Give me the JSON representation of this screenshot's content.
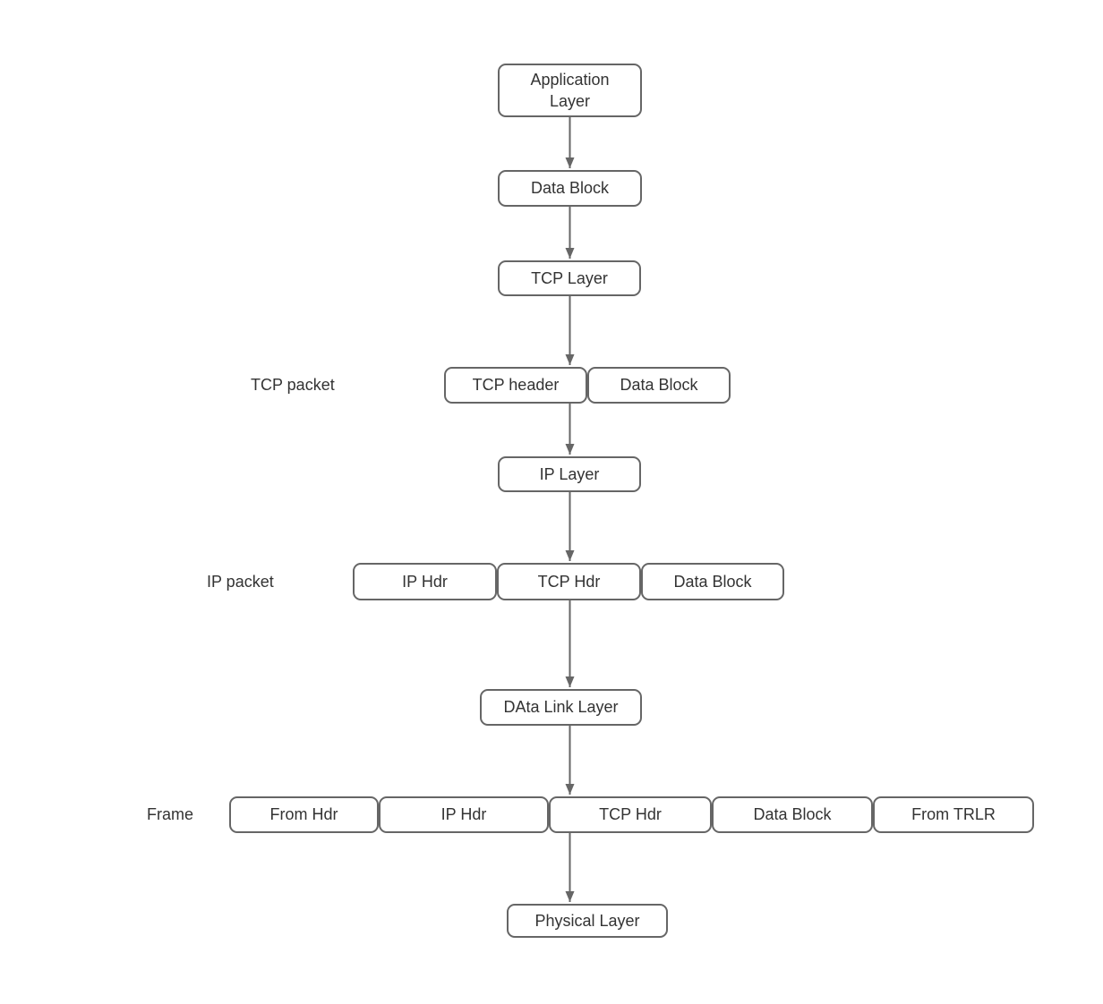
{
  "colors": {
    "box_border": "#666666",
    "box_fill": "#ffffff",
    "text": "#333333",
    "arrow": "#666666",
    "background": "#ffffff"
  },
  "nodes": {
    "application_layer": "Application\nLayer",
    "data_block": "Data Block",
    "tcp_layer": "TCP Layer",
    "ip_layer": "IP Layer",
    "data_link_layer": "DAta Link Layer",
    "physical_layer": "Physical Layer"
  },
  "tcp_packet": {
    "label": "TCP packet",
    "segments": [
      "TCP header",
      "Data Block"
    ]
  },
  "ip_packet": {
    "label": "IP packet",
    "segments": [
      "IP Hdr",
      "TCP Hdr",
      "Data Block"
    ]
  },
  "frame": {
    "label": "Frame",
    "segments": [
      "From Hdr",
      "IP Hdr",
      "TCP Hdr",
      "Data Block",
      "From TRLR"
    ]
  }
}
